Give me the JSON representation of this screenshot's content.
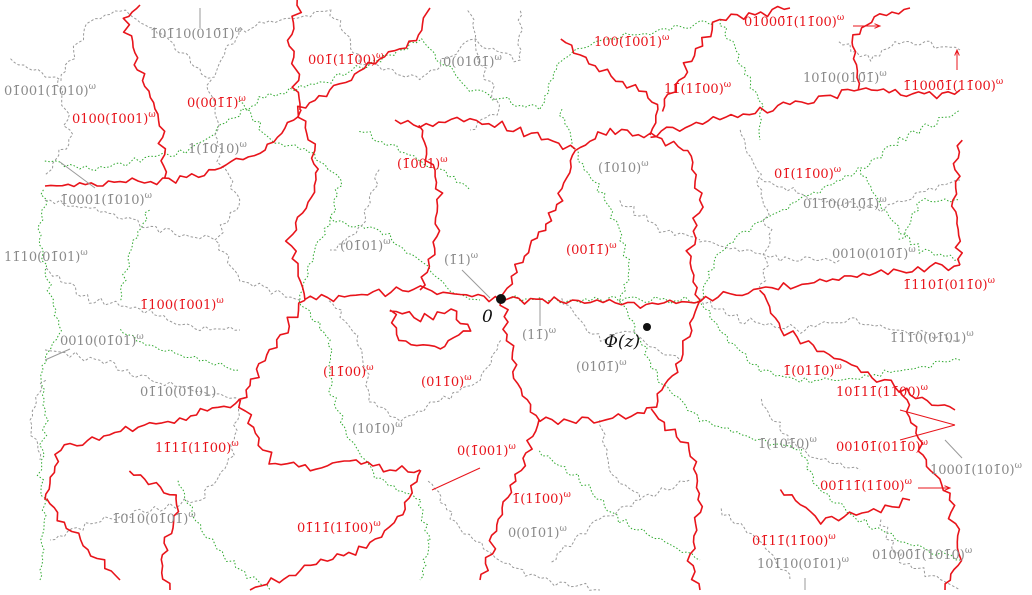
{
  "colors": {
    "red": "#e8141b",
    "gray": "#9a9a9a",
    "green": "#2ea82e",
    "black": "#111111"
  },
  "points": {
    "origin_label": "0",
    "phi_label": "Φ(z)"
  },
  "labels": [
    {
      "id": "l01",
      "text": "1̄01̄10(010̄1̄)ω",
      "color": "gray"
    },
    {
      "id": "l02",
      "text": "0(010̄1̄)ω",
      "color": "gray"
    },
    {
      "id": "l03",
      "text": "001̄(11̄00)ω",
      "color": "red"
    },
    {
      "id": "l04",
      "text": "100(1̄001)ω",
      "color": "red"
    },
    {
      "id": "l05",
      "text": "01000̄1̄(11̄00)ω",
      "color": "red"
    },
    {
      "id": "l06",
      "text": "01̄001(1̄010)ω",
      "color": "gray"
    },
    {
      "id": "l07",
      "text": "0100(1̄001)ω",
      "color": "red"
    },
    {
      "id": "l08",
      "text": "0(001̄1̄)ω",
      "color": "red"
    },
    {
      "id": "l09",
      "text": "11̄(11̄00)ω",
      "color": "red"
    },
    {
      "id": "l10",
      "text": "101̄0(010̄1̄)ω",
      "color": "gray"
    },
    {
      "id": "l11",
      "text": "1̄1000̄1̄(11̄00)ω",
      "color": "red"
    },
    {
      "id": "l12",
      "text": "1(1̄010)ω",
      "color": "gray"
    },
    {
      "id": "l13",
      "text": "(1̄001)ω",
      "color": "red"
    },
    {
      "id": "l14",
      "text": "(1̄010)ω",
      "color": "gray"
    },
    {
      "id": "l15",
      "text": "01̄(11̄00)ω",
      "color": "red"
    },
    {
      "id": "l16",
      "text": "1̄0001(1̄010)ω",
      "color": "gray"
    },
    {
      "id": "l17",
      "text": "011̄0(010̄1̄)ω",
      "color": "gray"
    },
    {
      "id": "l18",
      "text": "(01̄01)ω",
      "color": "gray"
    },
    {
      "id": "l19",
      "text": "(001̄1̄)ω",
      "color": "red"
    },
    {
      "id": "l20",
      "text": "11̄10(01̄01)ω",
      "color": "gray"
    },
    {
      "id": "l21",
      "text": "(1̄1)ω",
      "color": "gray"
    },
    {
      "id": "l22",
      "text": "0010(010̄1̄)ω",
      "color": "gray"
    },
    {
      "id": "l23",
      "text": "1̄1101̄(011̄0)ω",
      "color": "red"
    },
    {
      "id": "l24",
      "text": "1̄100(1̄001)ω",
      "color": "red"
    },
    {
      "id": "l25",
      "text": "(11̄)ω",
      "color": "gray"
    },
    {
      "id": "l26",
      "text": "0010(01̄01)ω",
      "color": "gray"
    },
    {
      "id": "l27",
      "text": "1̄11̄0(01̄01)ω",
      "color": "gray"
    },
    {
      "id": "l28",
      "text": "(11̄00)ω",
      "color": "red"
    },
    {
      "id": "l29",
      "text": "(011̄0)ω",
      "color": "red"
    },
    {
      "id": "l30",
      "text": "(010̄1̄)ω",
      "color": "gray"
    },
    {
      "id": "l31",
      "text": "1̄(011̄0)ω",
      "color": "red"
    },
    {
      "id": "l32",
      "text": "01̄10(01̄01)",
      "color": "gray"
    },
    {
      "id": "l33",
      "text": "101̄11̄(11̄00)ω",
      "color": "red"
    },
    {
      "id": "l34",
      "text": "(101̄0)ω",
      "color": "gray"
    },
    {
      "id": "l35",
      "text": "1̄(101̄0)ω",
      "color": "gray"
    },
    {
      "id": "l36",
      "text": "11̄11̄(11̄00)ω",
      "color": "red"
    },
    {
      "id": "l37",
      "text": "0010̄1̄(011̄0)ω",
      "color": "red"
    },
    {
      "id": "l38",
      "text": "0(1̄001)ω",
      "color": "red"
    },
    {
      "id": "l39",
      "text": "10001̄(101̄0)ω",
      "color": "gray"
    },
    {
      "id": "l40",
      "text": "001̄11̄(11̄00)ω",
      "color": "red"
    },
    {
      "id": "l41",
      "text": "1̄(11̄00)ω",
      "color": "red"
    },
    {
      "id": "l42",
      "text": "1̄010(01̄01̄)ω",
      "color": "gray"
    },
    {
      "id": "l43",
      "text": "01̄11̄(11̄00)ω",
      "color": "red"
    },
    {
      "id": "l44",
      "text": "0(01̄01)ω",
      "color": "gray"
    },
    {
      "id": "l45",
      "text": "01̄11̄(11̄00)ω",
      "color": "red"
    },
    {
      "id": "l46",
      "text": "101̄10(01̄01)ω",
      "color": "gray"
    },
    {
      "id": "l47",
      "text": "01000̄1̄(101̄0)ω",
      "color": "gray"
    }
  ]
}
